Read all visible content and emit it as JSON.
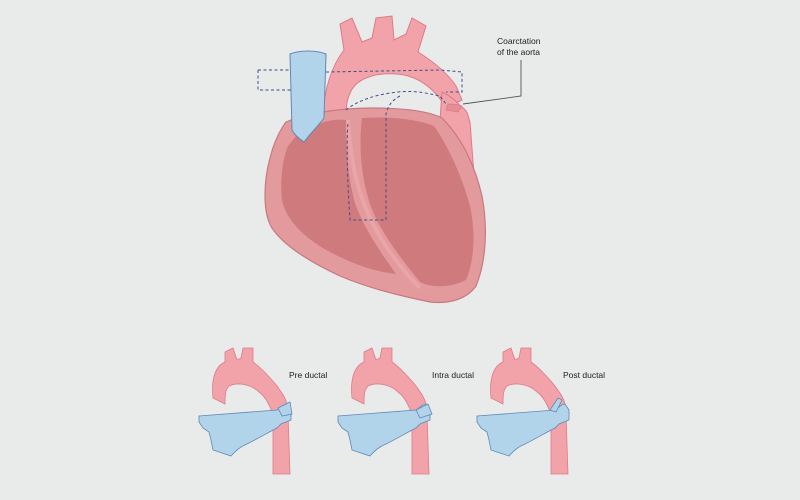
{
  "labels": {
    "coarctation_line1": "Coarctation",
    "coarctation_line2": "of the aorta",
    "pre_ductal": "Pre ductal",
    "intra_ductal": "Intra ductal",
    "post_ductal": "Post ductal"
  },
  "colors": {
    "background": "#e9eaea",
    "aorta": "#f2a3aa",
    "aorta_stroke": "#dd7b86",
    "heart_outer": "#e39a9d",
    "heart_inner": "#cf7a7d",
    "heart_stroke": "#c97880",
    "vessel_blue": "#b2d4ea",
    "vessel_blue_stroke": "#5f88b5",
    "dashed_outline": "#3f4f8e",
    "pointer_line": "#555555"
  },
  "icons": {
    "main": "heart-illustration",
    "small": "aortic-arch-variant"
  }
}
